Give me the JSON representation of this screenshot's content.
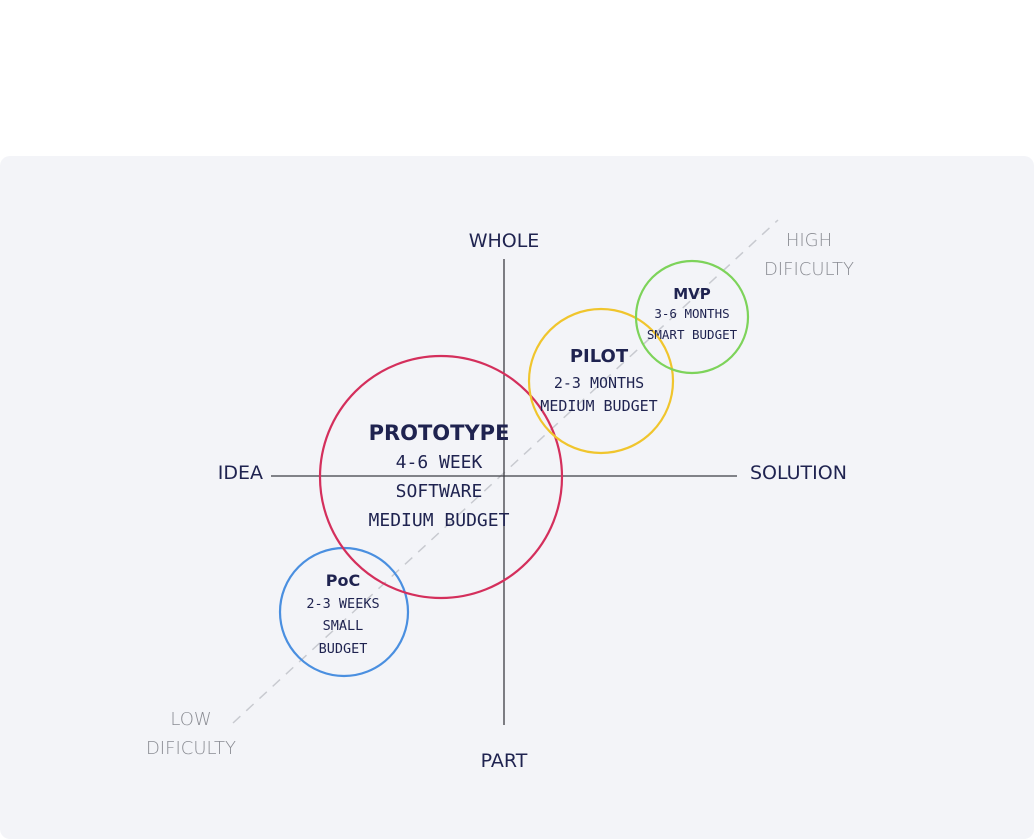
{
  "axes": {
    "top": "WHOLE",
    "bottom": "PART",
    "left": "IDEA",
    "right": "SOLUTION"
  },
  "difficulty": {
    "high": [
      "HIGH",
      "DIFICULTY"
    ],
    "low": [
      "LOW",
      "DIFICULTY"
    ]
  },
  "stages": [
    {
      "id": "poc",
      "title": "PoC",
      "lines": [
        "2-3 WEEKS",
        "SMALL",
        "BUDGET"
      ],
      "color": "#4a8fe0"
    },
    {
      "id": "prototype",
      "title": "PROTOTYPE",
      "lines": [
        "4-6 WEEK",
        "SOFTWARE",
        "MEDIUM BUDGET"
      ],
      "color": "#d42f5c"
    },
    {
      "id": "pilot",
      "title": "PILOT",
      "lines": [
        "2-3 MONTHS",
        "MEDIUM BUDGET"
      ],
      "color": "#f0c52d"
    },
    {
      "id": "mvp",
      "title": "MVP",
      "lines": [
        "3-6 MONTHS",
        "SMART BUDGET"
      ],
      "color": "#7dd35a"
    }
  ],
  "colors": {
    "axis": "#3c3d44",
    "diagonal": "#c8cad0",
    "text": "#1f2350"
  }
}
